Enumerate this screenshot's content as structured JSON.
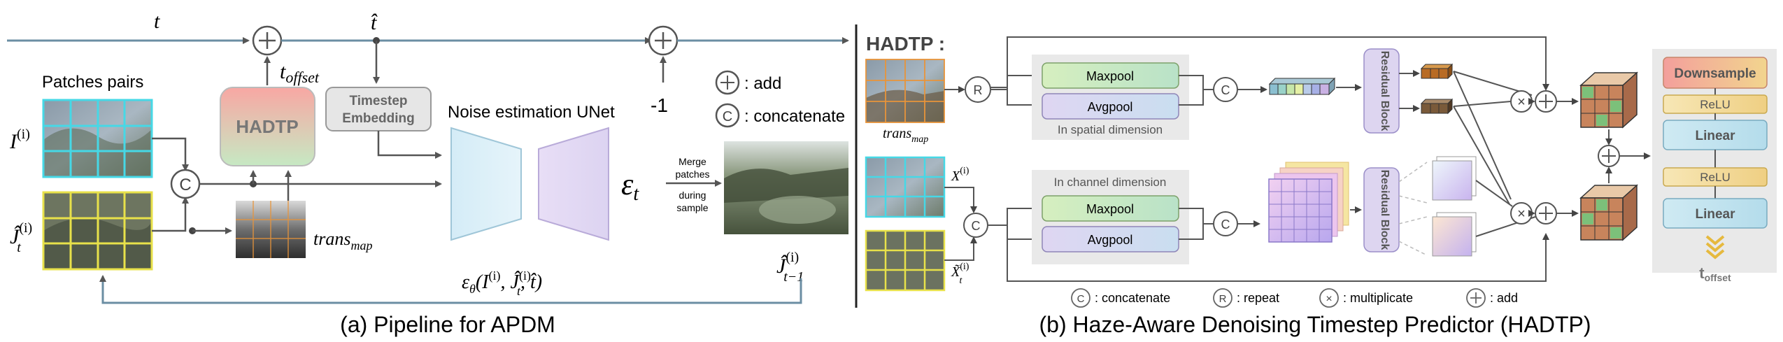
{
  "pipeline": {
    "caption": "(a) Pipeline for APDM",
    "t_label": "t",
    "t_hat_label": "t̂",
    "t_offset_label": "t",
    "t_offset_sub": "offset",
    "minus_one": "-1",
    "patches_label": "Patches pairs",
    "I_label": "I",
    "I_sup": "(i)",
    "J_label": "Ĵ",
    "J_sub": "t",
    "J_sup": "(i)",
    "hadtp_label": "HADTP",
    "timestep_line1": "Timestep",
    "timestep_line2": "Embedding",
    "unet_label": "Noise estimation UNet",
    "trans_label": "trans",
    "trans_sub": "map",
    "eps_label": "ε",
    "eps_sub": "t",
    "eps_func": "ε",
    "eps_func_sub": "θ",
    "eps_func_args": "(I",
    "eps_func_args2": ", Ĵ",
    "eps_func_args3": ", t̂)",
    "merge_lines": [
      "Merge",
      "patches",
      "during",
      "sample"
    ],
    "output_label": "Ĵ",
    "output_sub": "t−1",
    "output_sup": "(i)",
    "legend_add": ": add",
    "legend_concat": ": concatenate",
    "legend_c": "C"
  },
  "hadtp": {
    "caption": "(b) Haze-Aware Denoising Timestep Predictor (HADTP)",
    "title": "HADTP :",
    "trans_label": "trans",
    "trans_sub": "map",
    "repeat_letter": "R",
    "concat_letter": "C",
    "maxpool": "Maxpool",
    "avgpool": "Avgpool",
    "spatial_caption": "In spatial dimension",
    "channel_caption": "In channel dimension",
    "residual_block": "Residual Block",
    "x_label": "X",
    "x_sup": "(i)",
    "xt_label": "X̃",
    "xt_sub": "t",
    "xt_sup": "(i)",
    "mlp": [
      "Downsample",
      "ReLU",
      "Linear",
      "ReLU",
      "Linear"
    ],
    "toffset": "t",
    "toffset_sub": "offset",
    "legend": [
      {
        "sym": "C",
        "text": ": concatenate"
      },
      {
        "sym": "R",
        "text": ": repeat"
      },
      {
        "sym": "×",
        "text": ": multiplicate"
      },
      {
        "sym": "+",
        "text": ": add"
      }
    ]
  },
  "colors": {
    "hadtp_grad_top": "#f7a6a0",
    "hadtp_grad_bottom": "#c8e8c4",
    "unet_left": "#d7eef7",
    "unet_right": "#e4dcf4",
    "maxpool": "#cde8b8",
    "avgpool": "#d9d2ef",
    "residual": "#ddd5f0",
    "downsample": "#f4a8a2",
    "relu": "#f1d792",
    "linear": "#bfe4ef",
    "cyan_patch": "#46d8e6",
    "yellow_patch": "#e8e14a"
  }
}
